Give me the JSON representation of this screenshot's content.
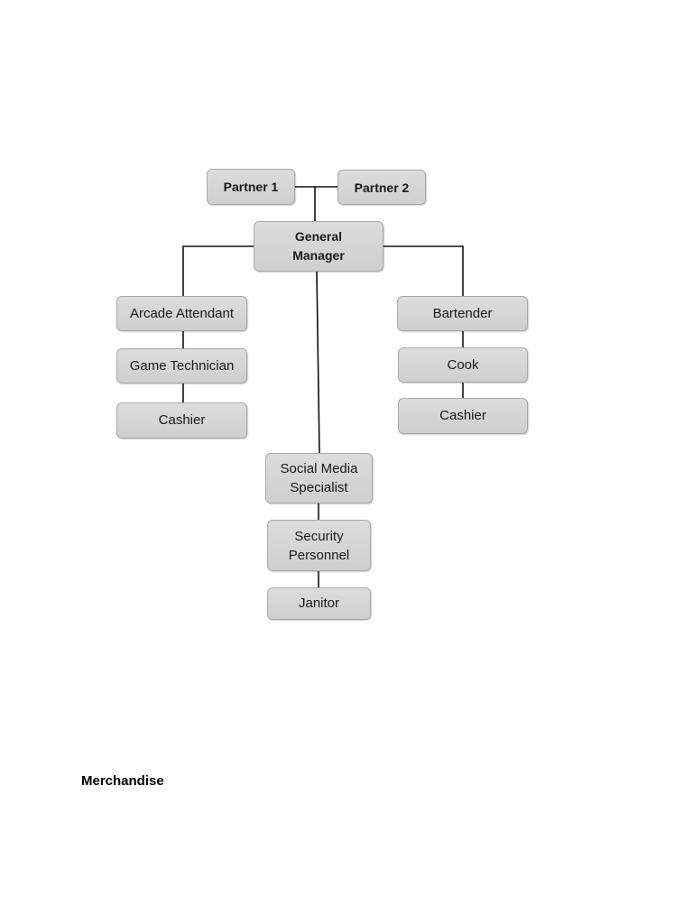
{
  "org_chart": {
    "partner_1": "Partner 1",
    "partner_2": "Partner 2",
    "general_manager": "General\nManager",
    "left_column": [
      "Arcade Attendant",
      "Game Technician",
      "Cashier"
    ],
    "right_column": [
      "Bartender",
      "Cook",
      "Cashier"
    ],
    "center_column": [
      "Social Media\nSpecialist",
      "Security\nPersonnel",
      "Janitor"
    ]
  },
  "section_heading": "Merchandise"
}
